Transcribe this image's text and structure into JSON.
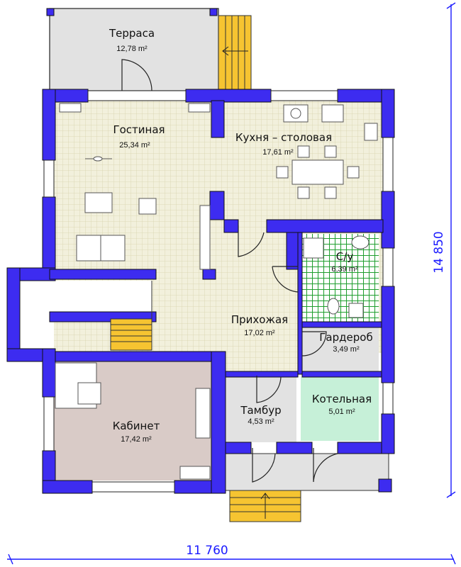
{
  "rooms": {
    "terrace": {
      "name": "Терраса",
      "area": "12,78 m²"
    },
    "living": {
      "name": "Гостиная",
      "area": "25,34 m²"
    },
    "kitchen": {
      "name": "Кухня – столовая",
      "area": "17,61 m²"
    },
    "bathroom": {
      "name": "С/у",
      "area": "6,39 m²"
    },
    "hallway": {
      "name": "Прихожая",
      "area": "17,02 m²"
    },
    "wardrobe": {
      "name": "Гардероб",
      "area": "3,49 m²"
    },
    "study": {
      "name": "Кабинет",
      "area": "17,42 m²"
    },
    "vestibule": {
      "name": "Тамбур",
      "area": "4,53 m²"
    },
    "boiler": {
      "name": "Котельная",
      "area": "5,01 m²"
    }
  },
  "dimensions": {
    "width": "11 760",
    "height": "14 850"
  },
  "colors": {
    "wall": "#3d2cf0",
    "wall_outline": "#111111",
    "floor_tile": "#f2f0dc",
    "tile_grid": "#dcd9b6",
    "bathroom_tile": "#1f9e2e",
    "study_floor": "#d9cbc7",
    "boiler_floor": "#c6f0d8",
    "terrace_floor": "#e2e2e2",
    "stairs": "#f6c431",
    "dimension_line": "#1a1aff"
  }
}
